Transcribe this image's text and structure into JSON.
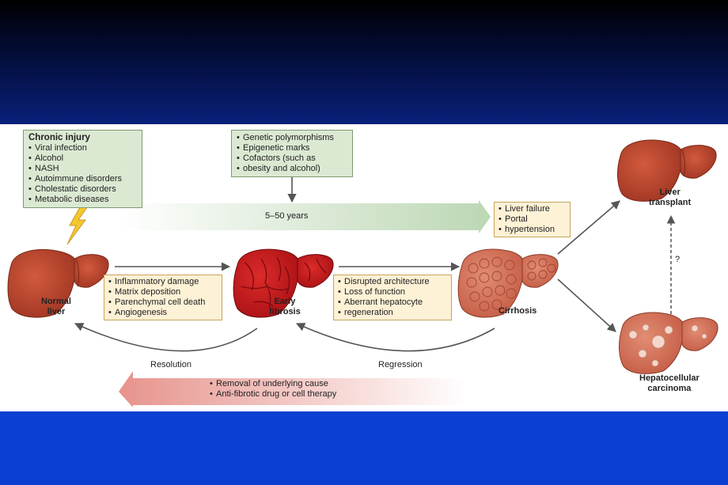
{
  "chronic_injury": {
    "title": "Chronic injury",
    "items": [
      "Viral infection",
      "Alcohol",
      "NASH",
      "Autoimmune disorders",
      "Cholestatic disorders",
      "Metabolic diseases"
    ]
  },
  "modifiers": {
    "items": [
      "Genetic polymorphisms",
      "Epigenetic marks",
      "Cofactors (such as",
      "obesity and alcohol)"
    ]
  },
  "timeline": {
    "label": "5–50 years"
  },
  "complications": {
    "items": [
      "Liver failure",
      "Portal",
      "hypertension"
    ]
  },
  "stages": {
    "normal": [
      "Normal",
      "liver"
    ],
    "early": [
      "Early",
      "fibrosis"
    ],
    "cirrhosis": "Cirrhosis",
    "transplant": [
      "Liver",
      "transplant"
    ],
    "hcc": [
      "Hepatocellular",
      "carcinoma"
    ]
  },
  "fibrosis_processes": {
    "items": [
      "Inflammatory damage",
      "Matrix deposition",
      "Parenchymal cell death",
      "Angiogenesis"
    ]
  },
  "cirrhosis_processes": {
    "items": [
      "Disrupted architecture",
      "Loss of function",
      "Aberrant hepatocyte",
      "regeneration"
    ]
  },
  "return_labels": {
    "resolution": "Resolution",
    "regression": "Regression"
  },
  "question_mark": "?",
  "reversal": {
    "items": [
      "Removal of underlying cause",
      "Anti-fibrotic drug or cell therapy"
    ]
  },
  "colors": {
    "green_box": "#dbe9d2",
    "yellow_box": "#fdf1d6",
    "liver": "#b8452f",
    "fibrosis": "#c01a1f",
    "top_band": "#08207a",
    "bottom_band": "#0a3fd1"
  }
}
